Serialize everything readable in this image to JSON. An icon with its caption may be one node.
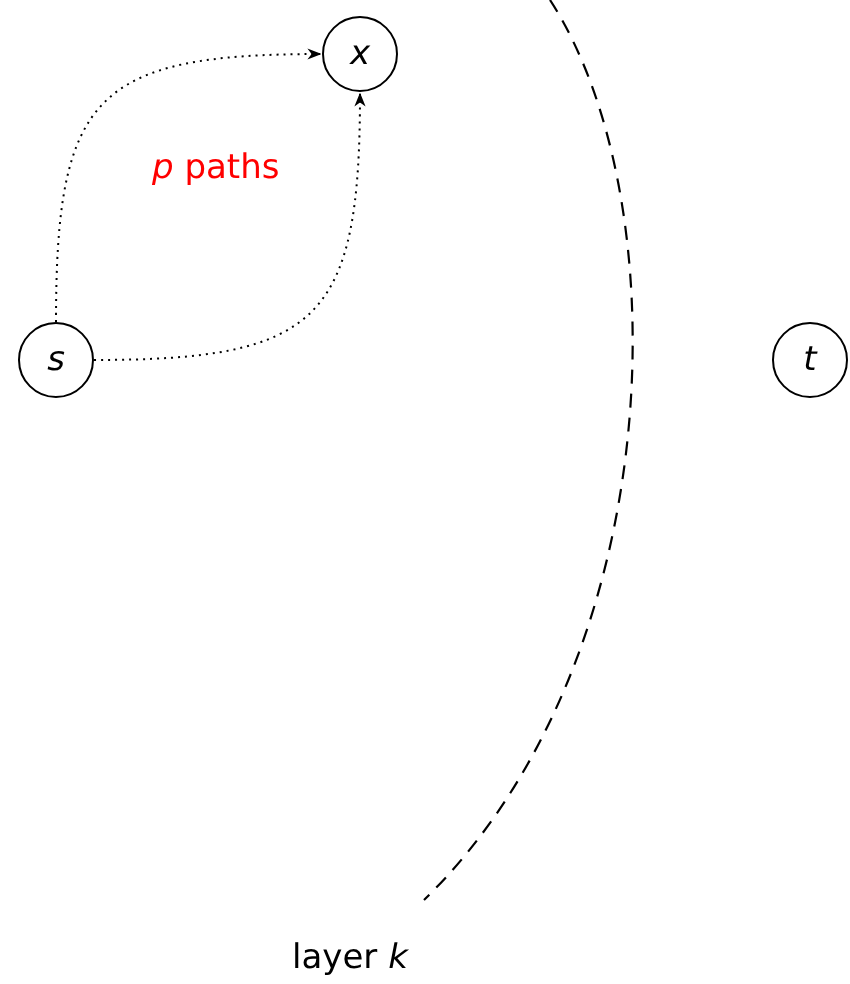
{
  "diagram": {
    "nodes": [
      {
        "text": [
          "s"
        ]
      },
      {
        "text": [
          "x"
        ]
      },
      {
        "text": [
          "t"
        ]
      }
    ],
    "edges": [
      {
        "from": 0,
        "to": 1,
        "arrow": "to"
      },
      {
        "from": 0,
        "to": 1,
        "arrow": "to"
      }
    ],
    "labels": [
      "*p* paths",
      "layer *k*"
    ]
  }
}
